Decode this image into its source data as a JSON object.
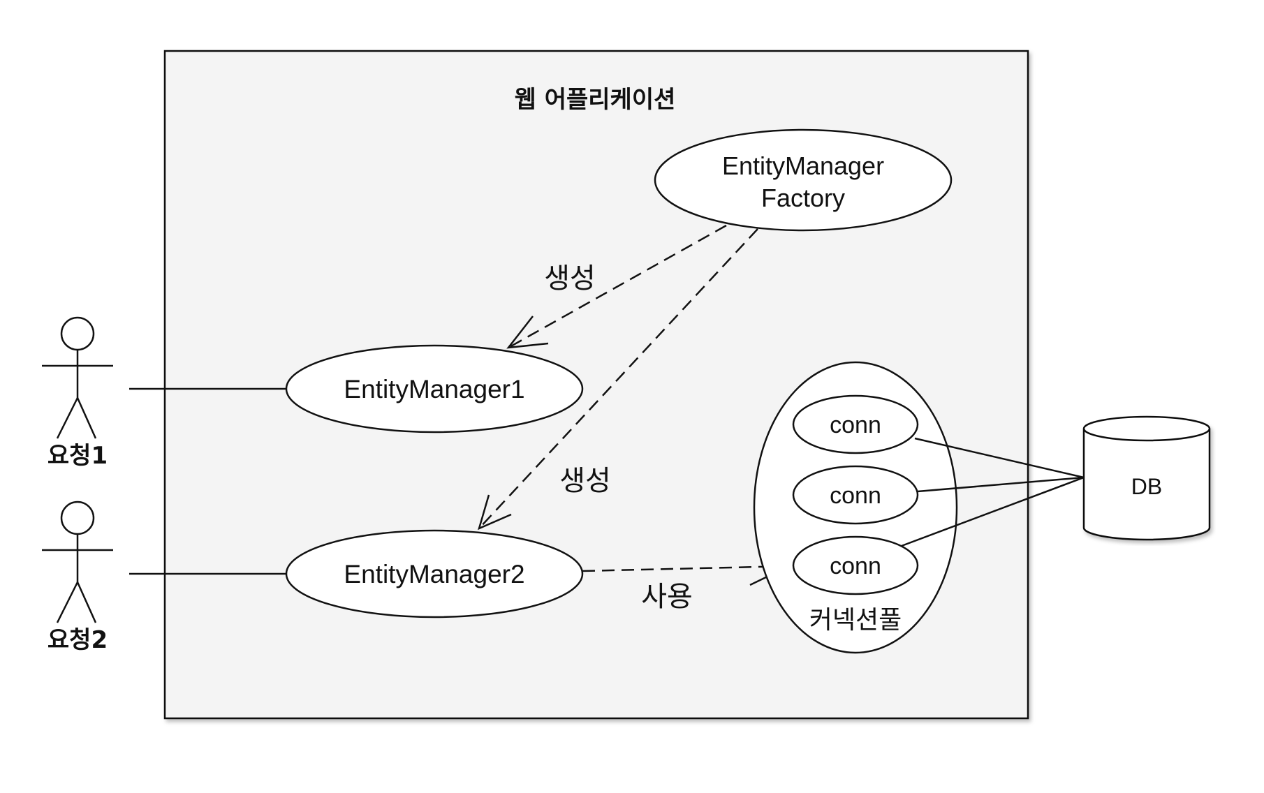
{
  "container": {
    "title": "웹 어플리케이션"
  },
  "factory": {
    "line1": "EntityManager",
    "line2": "Factory"
  },
  "entity_managers": [
    {
      "label": "EntityManager1"
    },
    {
      "label": "EntityManager2"
    }
  ],
  "actors": [
    {
      "label": "요청1"
    },
    {
      "label": "요청2"
    }
  ],
  "edges": {
    "create_1": "생성",
    "create_2": "생성",
    "use": "사용"
  },
  "pool": {
    "label": "커넥션풀",
    "connections": [
      "conn",
      "conn",
      "conn"
    ]
  },
  "database": {
    "label": "DB"
  },
  "colors": {
    "container_fill": "#f4f4f4",
    "stroke": "#111111",
    "node_fill": "#ffffff",
    "background": "#ffffff"
  }
}
